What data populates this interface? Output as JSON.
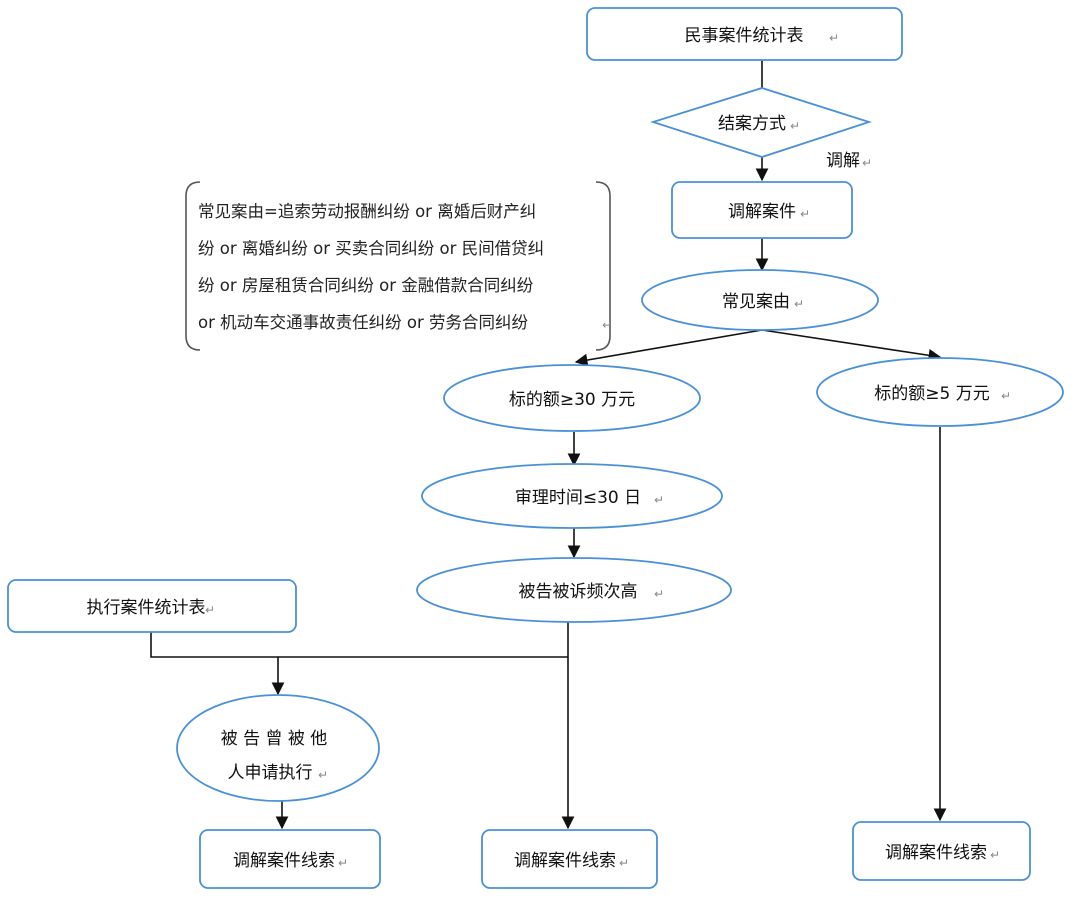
{
  "colors": {
    "node_border": "#4a90d9",
    "edge": "#111111",
    "text": "#111111",
    "note_border": "#555555"
  },
  "paragraph_mark": "↵",
  "nodes": {
    "civil_table": "民事案件统计表",
    "closing_method": "结案方式",
    "mediation_case": "调解案件",
    "common_cause": "常见案由",
    "amount_30": "标的额≥30 万元",
    "amount_5": "标的额≥5 万元",
    "trial_time": "审理时间≤30 日",
    "freq_sued": "被告被诉频次高",
    "exec_table": "执行案件统计表",
    "exec_applied_line1": "被 告 曾 被 他",
    "exec_applied_line2": "人申请执行",
    "clue_left": "调解案件线索",
    "clue_mid": "调解案件线索",
    "clue_right": "调解案件线索"
  },
  "edge_labels": {
    "mediation": "调解"
  },
  "note": {
    "lines": [
      "常见案由=追索劳动报酬纠纷 or 离婚后财产纠",
      "纷 or 离婚纠纷 or 买卖合同纠纷 or 民间借贷纠",
      "纷 or 房屋租赁合同纠纷 or 金融借款合同纠纷",
      "or 机动车交通事故责任纠纷 or 劳务合同纠纷"
    ]
  }
}
